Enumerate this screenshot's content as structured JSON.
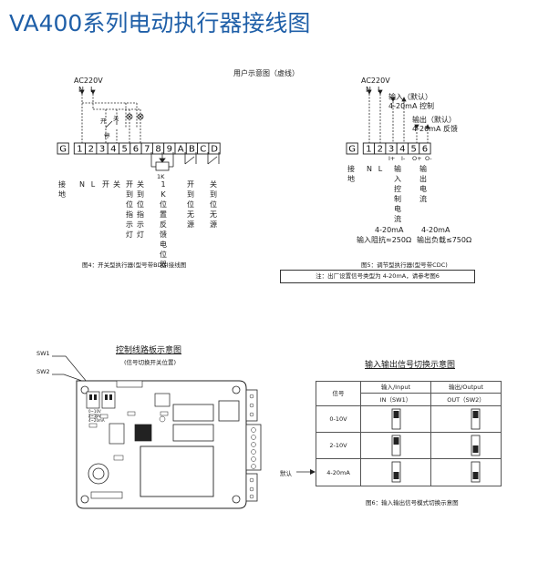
{
  "page_title": "VA400系列电动执行器接线图",
  "user_diagram_title": "用户示意图（虚线）",
  "fig4": {
    "power_label": "AC220V",
    "n": "N",
    "l": "L",
    "open_switch": "开",
    "close_switch": "关",
    "stop_switch": "停",
    "terminals": [
      "G",
      "1",
      "2",
      "3",
      "4",
      "5",
      "6",
      "7",
      "8",
      "9",
      "A",
      "B",
      "C",
      "D"
    ],
    "pot_label": "1K",
    "labels": [
      "接地",
      "N",
      "L",
      "开",
      "关",
      "开到位指示灯",
      "关到位指示灯",
      "1K位置反馈电位器",
      "开到位无源",
      "关到位无源"
    ],
    "caption": "图4：开关型执行器(型号带BDC)接线图"
  },
  "fig5": {
    "power_label": "AC220V",
    "n": "N",
    "l": "L",
    "input_title": "输入（默认）",
    "input_desc": "4-20mA 控制",
    "output_title": "输出（默认）",
    "output_desc": "4-20mA 反馈",
    "terminals": [
      "G",
      "1",
      "2",
      "3",
      "4",
      "5",
      "6"
    ],
    "polarity": [
      "I+",
      "I-",
      "O+",
      "O-"
    ],
    "labels": [
      "接地",
      "N",
      "L",
      "输入控制电流",
      "输出电流"
    ],
    "input_range": "4-20mA",
    "input_impedance": "输入阻抗≈250Ω",
    "output_range": "4-20mA",
    "output_load": "输出负载≤750Ω",
    "caption": "图5：调节型执行器(型号带CDC)"
  },
  "note": "注：出厂设置信号类型为 4-20mA，请参考图6",
  "board": {
    "title": "控制线路板示意图",
    "subtitle": "(信号切换开关位置)",
    "sw1": "SW1",
    "sw2": "SW2",
    "chip_labels": [
      "0~10V",
      "2~10V",
      "4~20mA"
    ]
  },
  "switch_table": {
    "title": "输入输出信号切换示意图",
    "col_signal": "信号",
    "col_in_top": "输入/Input",
    "col_in_bottom": "IN（SW1）",
    "col_out_top": "输出/Output",
    "col_out_bottom": "OUT（SW2）",
    "rows": [
      "0-10V",
      "2-10V",
      "4-20mA"
    ],
    "default_label": "默认",
    "caption": "图6：输入输出信号模式切换示意图"
  }
}
